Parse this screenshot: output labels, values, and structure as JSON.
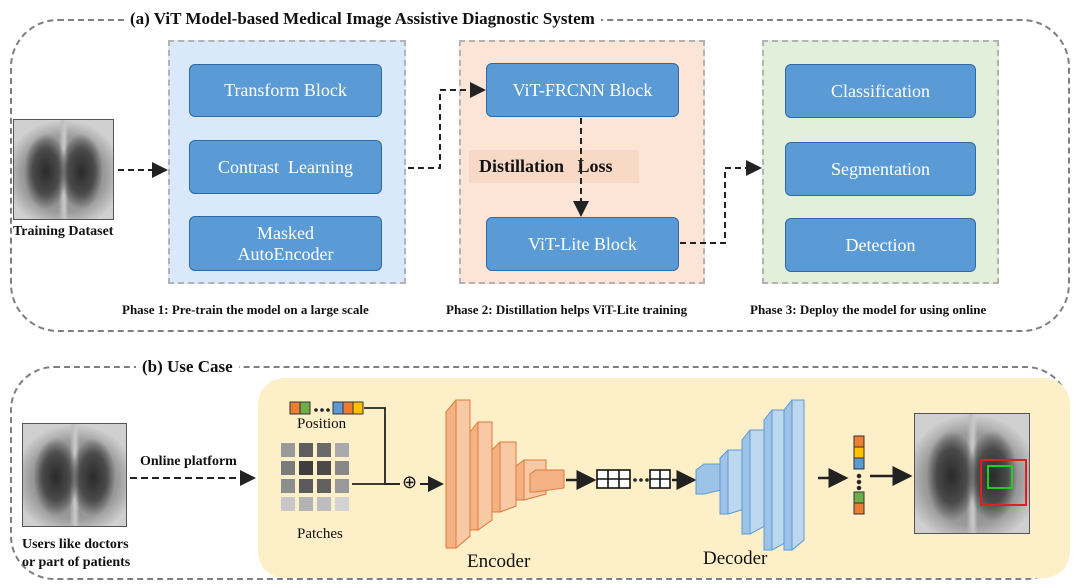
{
  "section_a": {
    "title": "(a) ViT Model-based Medical Image Assistive Diagnostic System",
    "training_dataset": "Training Dataset",
    "phase1": {
      "blocks": [
        "Transform Block",
        "Contrast  Learning",
        "Masked AutoEncoder"
      ],
      "caption": "Phase 1: Pre-train the model on a large scale",
      "color": "#dae8fc"
    },
    "phase2": {
      "top_block": "ViT-FRCNN Block",
      "bottom_block": "ViT-Lite Block",
      "loss_label": "Distillation   Loss",
      "caption": "Phase 2: Distillation helps ViT-Lite training",
      "color": "#fce4d6"
    },
    "phase3": {
      "blocks": [
        "Classification",
        "Segmentation",
        "Detection"
      ],
      "caption": "Phase 3: Deploy the model for using online",
      "color": "#e2efda"
    }
  },
  "section_b": {
    "title": "(b) Use Case",
    "users_label_1": "Users like doctors",
    "users_label_2": "or part of patients",
    "online_platform": "Online platform",
    "position_label": "Position",
    "patches_label": "Patches",
    "encoder_label": "Encoder",
    "decoder_label": "Decoder",
    "plus_symbol": "⊕",
    "panel_color": "#fdefc8",
    "token_colors": [
      "#ed7d31",
      "#70ad47",
      "#5b9bd5",
      "#ffc000"
    ]
  }
}
